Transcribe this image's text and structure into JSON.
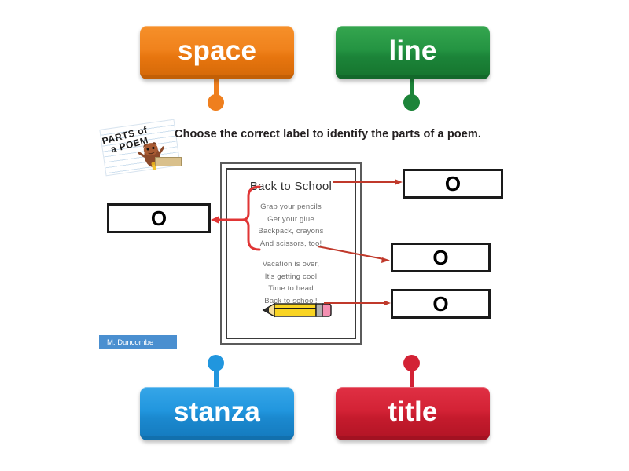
{
  "activity": {
    "type": "labelled-diagram",
    "instruction": "Choose the correct label to identify the parts of a poem.",
    "attribution": "M. Duncombe"
  },
  "logo": {
    "line1": "PARTS of",
    "line2": "a POEM"
  },
  "tiles": [
    {
      "id": "space",
      "label": "space",
      "color": "#f0821c",
      "position": "top-left"
    },
    {
      "id": "line",
      "label": "line",
      "color": "#249442",
      "position": "top-right"
    },
    {
      "id": "stanza",
      "label": "stanza",
      "color": "#2196de",
      "position": "bottom-left"
    },
    {
      "id": "title",
      "label": "title",
      "color": "#d32235",
      "position": "bottom-right"
    }
  ],
  "poem": {
    "title": "Back to School",
    "stanza1": [
      "Grab your pencils",
      "Get your glue",
      "Backpack, crayons",
      "And scissors, too!"
    ],
    "stanza2": [
      "Vacation is over,",
      "It's getting cool",
      "Time to head",
      "Back to school!"
    ]
  },
  "dropzones": [
    {
      "id": "dropzone-left",
      "marker": "O",
      "value": ""
    },
    {
      "id": "dropzone-top-right",
      "marker": "O",
      "value": ""
    },
    {
      "id": "dropzone-middle-right",
      "marker": "O",
      "value": ""
    },
    {
      "id": "dropzone-bottom-right",
      "marker": "O",
      "value": ""
    }
  ],
  "colors": {
    "orange": "#f0821c",
    "green": "#249442",
    "blue": "#2196de",
    "red": "#d32235",
    "arrow": "#c0392b",
    "brace": "#e03535",
    "attribution_bg": "#4a8fd0",
    "divider": "#f0b8bc"
  }
}
